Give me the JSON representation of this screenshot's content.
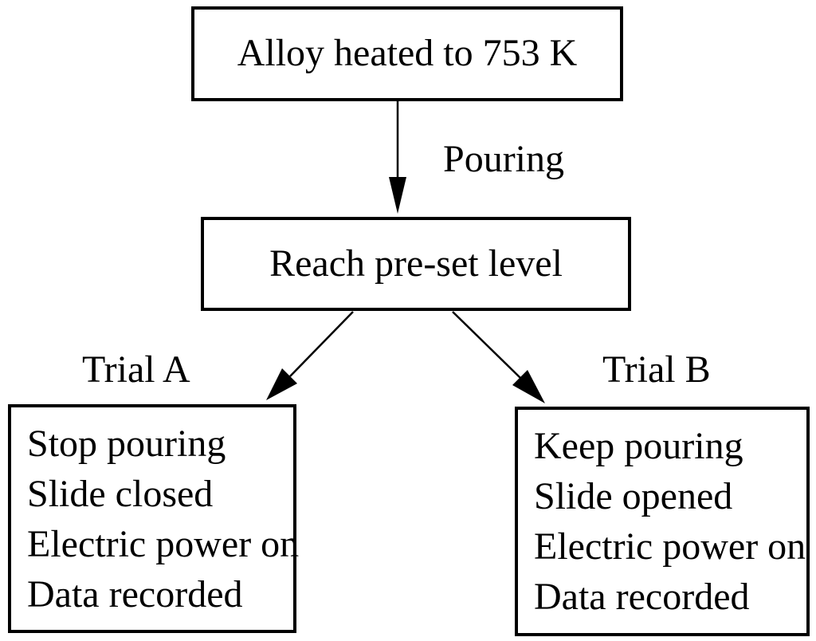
{
  "diagram": {
    "nodes": {
      "alloy_heated": {
        "label": "Alloy heated to 753 K"
      },
      "reach_level": {
        "label": "Reach pre-set level"
      },
      "trial_a": {
        "label": "Trial A",
        "lines": [
          "Stop pouring",
          "Slide closed",
          "Electric power on",
          "Data recorded"
        ]
      },
      "trial_b": {
        "label": "Trial B",
        "lines": [
          "Keep pouring",
          "Slide opened",
          "Electric power on",
          "Data recorded"
        ]
      }
    },
    "edge_labels": {
      "pouring": "Pouring"
    },
    "colors": {
      "line": "#000000",
      "text": "#000000",
      "background": "#ffffff"
    }
  }
}
